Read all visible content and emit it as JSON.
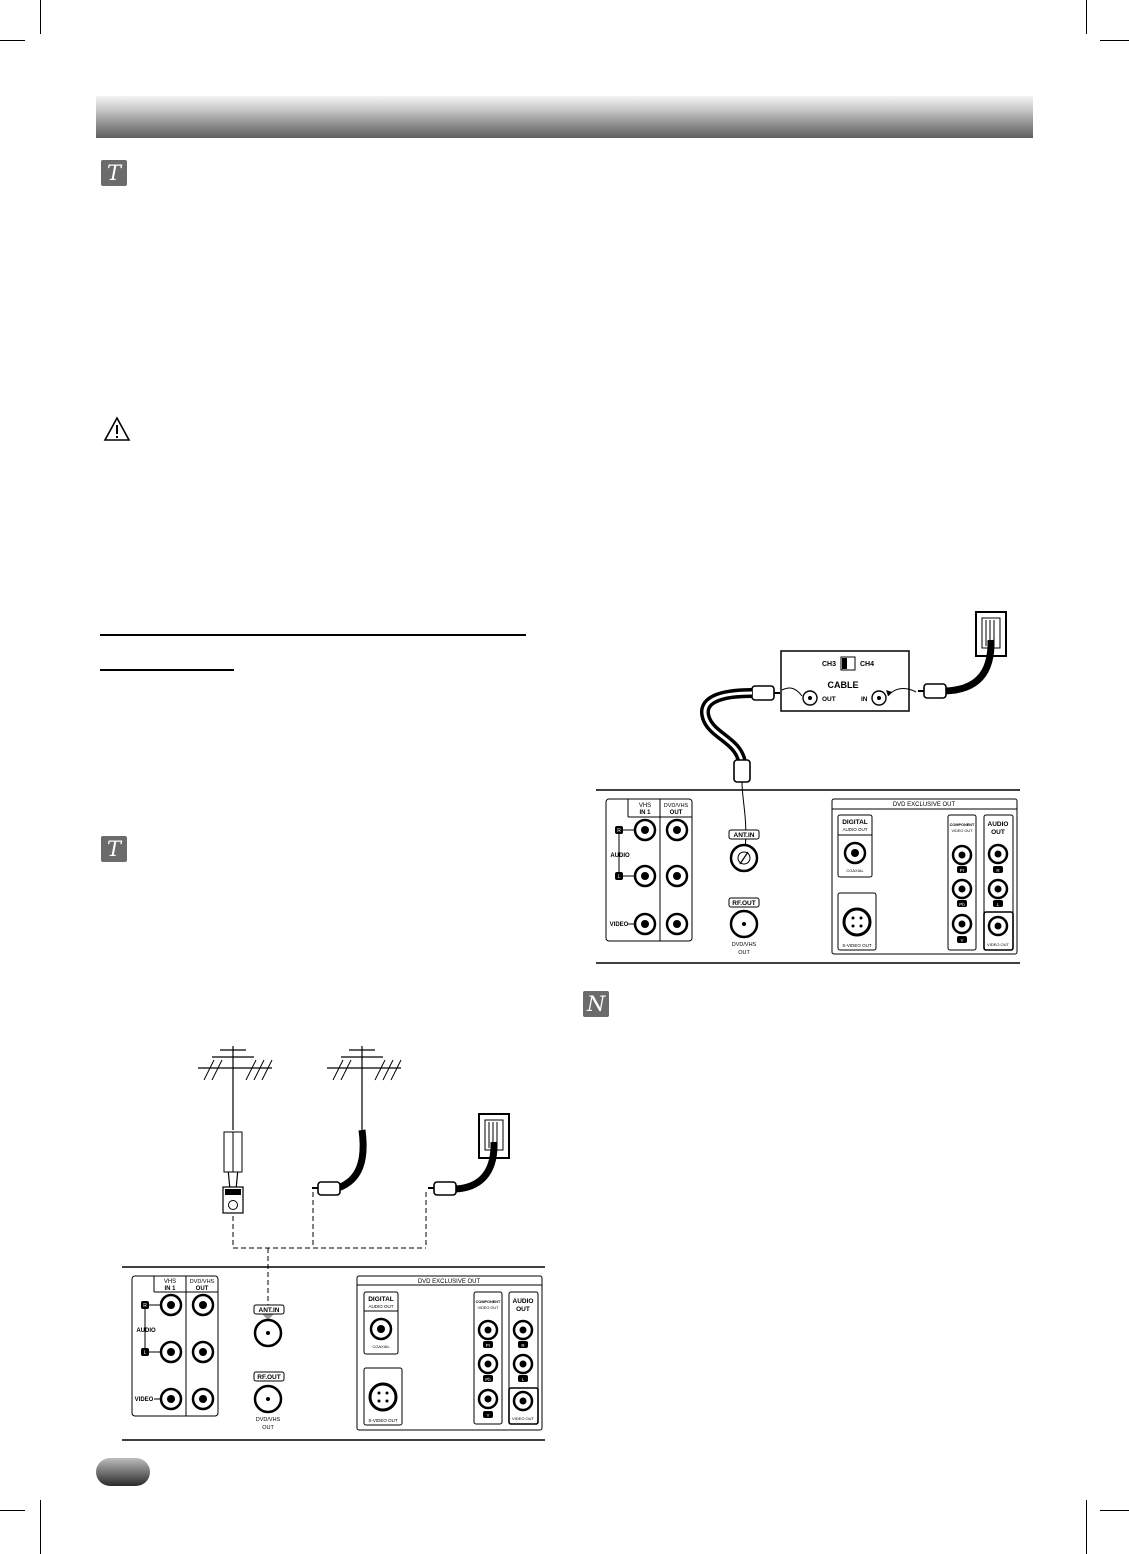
{
  "icons": {
    "tip_1": {
      "glyph": "T",
      "name": "tip-icon"
    },
    "caution": {
      "name": "caution-icon"
    },
    "tip_2": {
      "glyph": "T",
      "name": "tip-icon"
    },
    "note": {
      "glyph": "N",
      "name": "note-icon"
    }
  },
  "panel": {
    "vhs_in": "VHS",
    "vhs_in_num": "IN 1",
    "dvdvhs": "DVD/VHS",
    "out": "OUT",
    "r": "R",
    "l": "L",
    "audio": "AUDIO",
    "video": "VIDEO",
    "ant_in": "ANT.IN",
    "rf_out": "RF.OUT",
    "rf_sub1": "DVD/VHS",
    "rf_sub2": "OUT",
    "dvd_exclusive_out": "DVD EXCLUSIVE OUT",
    "digital": "DIGITAL",
    "digital_audio_out": "AUDIO OUT",
    "coaxial": "COAXIAL",
    "component": "COMPONENT",
    "component_video_out": "VIDEO OUT",
    "audio_out": "AUDIO",
    "audio_out2": "OUT",
    "pr": "Pr",
    "pb": "Pb",
    "y": "Y",
    "svideo_out": "S-VIDEO OUT",
    "video_out": "VIDEO OUT"
  },
  "cable_box": {
    "ch3": "CH3",
    "ch4": "CH4",
    "cable": "CABLE",
    "out": "OUT",
    "in": "IN"
  },
  "colors": {
    "title_bar_dark": "#5e5e5e",
    "icon_gray": "#6b6b6b"
  }
}
